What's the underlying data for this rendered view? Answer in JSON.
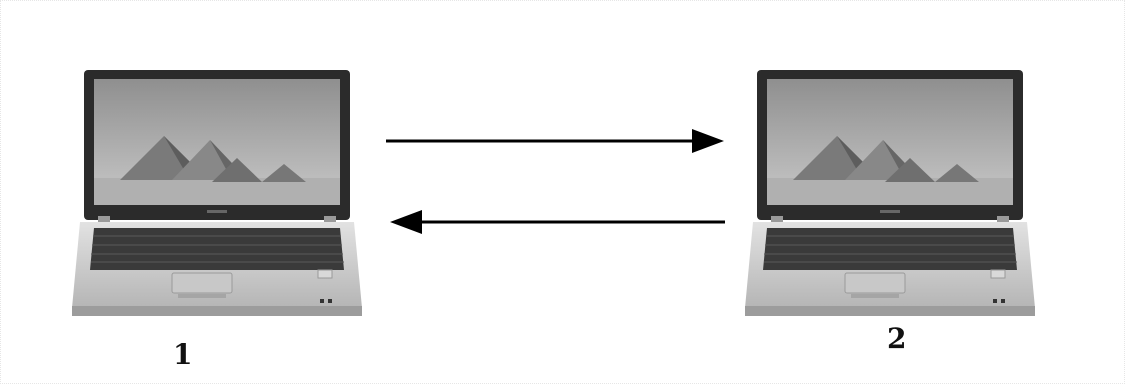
{
  "nodes": [
    {
      "id": "laptop-1",
      "label": "1"
    },
    {
      "id": "laptop-2",
      "label": "2"
    }
  ],
  "edges": [
    {
      "from": "1",
      "to": "2"
    },
    {
      "from": "2",
      "to": "1"
    }
  ],
  "colors": {
    "arrow": "#000000",
    "screen_sky": "#9a9a9a",
    "pyramid": "#7d7d7d",
    "body": "#d7d7d7",
    "keyboard": "#3a3a3a"
  }
}
